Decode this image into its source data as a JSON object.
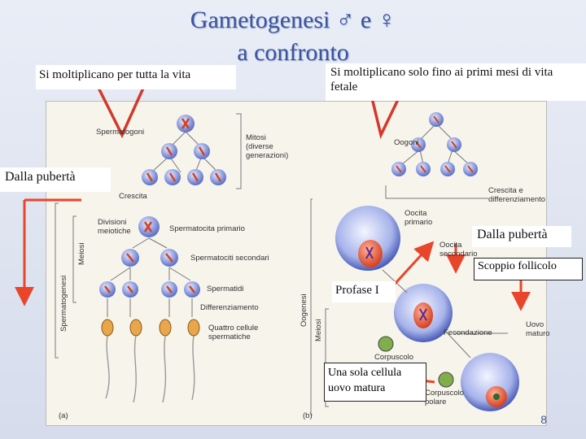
{
  "title": {
    "line1": "Gametogenesi ♂ e ♀",
    "line2": "a confronto"
  },
  "notes": {
    "male_mitosis": "Si moltiplicano per tutta la vita",
    "female_mitosis": "Si moltiplicano solo fino ai primi mesi di vita fetale",
    "puberty_left": "Dalla pubertà",
    "puberty_right": "Dalla pubertà",
    "follicle_burst": "Scoppio follicolo",
    "prophase": "Profase I",
    "one_egg": "Una sola cellula uovo matura"
  },
  "figure_labels": {
    "spermatogoni": "Spermatogoni",
    "mitosi": "Mitosi (diverse generazioni)",
    "crescita": "Crescita",
    "divisioni_meiotiche": "Divisioni meiotiche",
    "spermatocita_primario": "Spermatocita primario",
    "spermatociti_secondari": "Spermatociti secondari",
    "spermatidi": "Spermatidi",
    "differenziamento": "Differenziamento",
    "quattro_cellule": "Quattro cellule spermatiche",
    "meiosi_left": "Meiosi",
    "spermatogenesi": "Spermatogenesi",
    "panel_a": "(a)",
    "oogoni": "Oogoni",
    "crescita_diff": "Crescita e differenziamento",
    "oocita_primario": "Oocita primario",
    "oocita_secondario": "Oocita secondario",
    "corpuscolo_polare_1": "Corpuscolo polare",
    "fecondazione": "Fecondazione",
    "uovo_maturo": "Uovo maturo",
    "corpuscolo_polare_2": "Corpuscolo polare",
    "oogenesi": "Oogenesi",
    "meiosi_right": "Meiosi",
    "panel_b": "(b)"
  },
  "page_number": "8",
  "colors": {
    "title": "#3a55a0",
    "arrow": "#e8452a",
    "cell_blue": "#5a6fc8",
    "callout_line": "#d4382a"
  }
}
